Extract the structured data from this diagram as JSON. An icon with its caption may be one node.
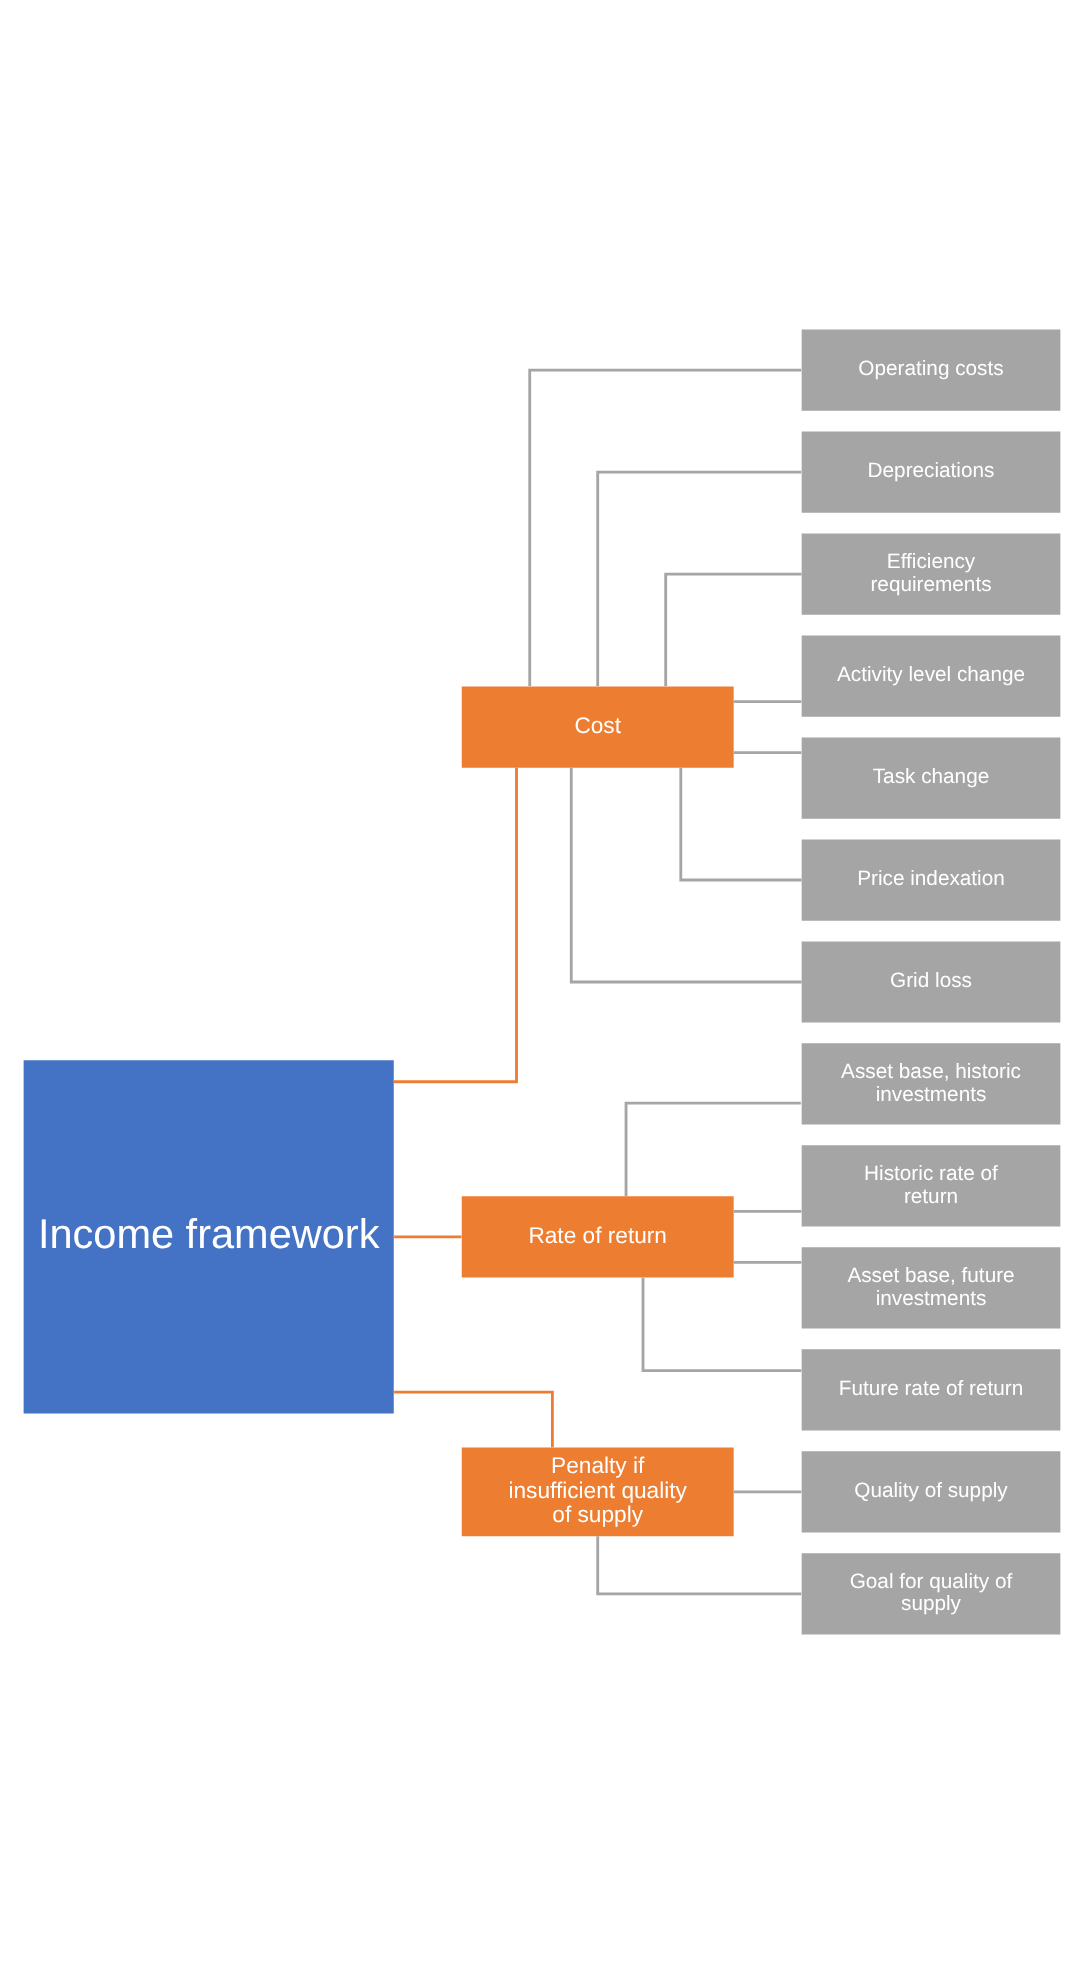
{
  "diagram": {
    "nodes": [
      {
        "text": [
          "Income framework"
        ]
      },
      {
        "text": [
          "Cost"
        ]
      },
      {
        "text": [
          "Operating costs"
        ]
      },
      {
        "text": [
          "Depreciations"
        ]
      },
      {
        "text": [
          "Efficiency requirements"
        ]
      },
      {
        "text": [
          "Activity level change"
        ]
      },
      {
        "text": [
          "Task change"
        ]
      },
      {
        "text": [
          "Price indexation"
        ]
      },
      {
        "text": [
          "Grid loss"
        ]
      },
      {
        "text": [
          "Rate of return"
        ]
      },
      {
        "text": [
          "Asset base, historic investments"
        ]
      },
      {
        "text": [
          "Historic rate of return"
        ]
      },
      {
        "text": [
          "Asset base, future investments"
        ]
      },
      {
        "text": [
          "Future rate of return"
        ]
      },
      {
        "text": [
          "Penalty if insufficient quality of supply"
        ]
      },
      {
        "text": [
          "Quality of supply"
        ]
      },
      {
        "text": [
          "Goal for quality of supply"
        ]
      }
    ],
    "edges": [
      {
        "from": 0,
        "to": 1,
        "arrow": "none",
        "color": "#ed7d31"
      },
      {
        "from": 0,
        "to": 9,
        "arrow": "none",
        "color": "#ed7d31"
      },
      {
        "from": 0,
        "to": 14,
        "arrow": "none",
        "color": "#ed7d31"
      },
      {
        "from": 1,
        "to": 2,
        "arrow": "none"
      },
      {
        "from": 1,
        "to": 3,
        "arrow": "none"
      },
      {
        "from": 1,
        "to": 4,
        "arrow": "none"
      },
      {
        "from": 1,
        "to": 5,
        "arrow": "none"
      },
      {
        "from": 1,
        "to": 6,
        "arrow": "none"
      },
      {
        "from": 1,
        "to": 7,
        "arrow": "none"
      },
      {
        "from": 1,
        "to": 8,
        "arrow": "none"
      },
      {
        "from": 9,
        "to": 10,
        "arrow": "none"
      },
      {
        "from": 9,
        "to": 11,
        "arrow": "none"
      },
      {
        "from": 9,
        "to": 12,
        "arrow": "none"
      },
      {
        "from": 9,
        "to": 13,
        "arrow": "none"
      },
      {
        "from": 14,
        "to": 15,
        "arrow": "none"
      },
      {
        "from": 14,
        "to": 16,
        "arrow": "none"
      }
    ]
  }
}
